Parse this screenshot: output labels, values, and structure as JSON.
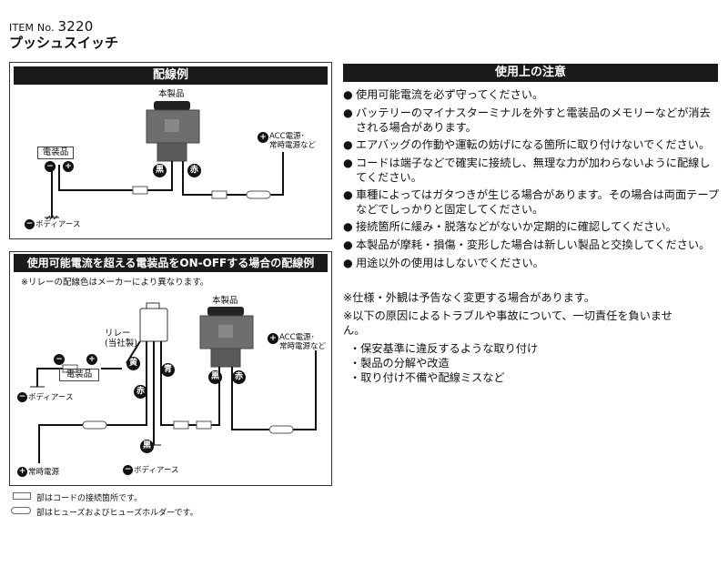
{
  "header": {
    "item_label": "ITEM No.",
    "item_number": "3220",
    "product_name": "プッシュスイッチ"
  },
  "panel1": {
    "title": "配線例",
    "switch_label": "本製品",
    "device_label": "電装品",
    "acc_label_1": "ACC電源･",
    "acc_label_2": "常時電源など",
    "body_earth": "ボディアース",
    "wire_black": "黒",
    "wire_red": "赤",
    "minus": "−",
    "plus": "+"
  },
  "panel2": {
    "title": "使用可能電流を超える電装品をON-OFFする場合の配線例",
    "relay_note": "※リレーの配線色はメーカーにより異なります。",
    "switch_label": "本製品",
    "relay_label_1": "リレー",
    "relay_label_2": "(当社製)",
    "device_label": "電装品",
    "acc_label_1": "ACC電源･",
    "acc_label_2": "常時電源など",
    "body_earth_left": "ボディアース",
    "body_earth_bottom": "ボディアース",
    "constant_power": "常時電源",
    "wire_yellow": "黄",
    "wire_blue": "青",
    "wire_red": "赤",
    "wire_black": "黒",
    "wire_black_switch": "黒",
    "wire_red_switch": "赤",
    "minus": "−",
    "plus": "+"
  },
  "legend": {
    "connection": "部はコードの接続箇所です。",
    "fuse": "部はヒューズおよびヒューズホルダーです。"
  },
  "notes": {
    "title": "使用上の注意",
    "items": [
      "使用可能電流を必ず守ってください。",
      "バッテリーのマイナスターミナルを外すと電装品のメモリーなどが消去される場合があります。",
      "エアバッグの作動や運転の妨げになる箇所に取り付けないでください。",
      "コードは端子などで確実に接続し、無理な力が加わらないように配線してください。",
      "車種によってはガタつきが生じる場合があります。その場合は両面テープなどでしっかりと固定してください。",
      "接続箇所に緩み・脱落などがないか定期的に確認してください。",
      "本製品が摩耗・損傷・変形した場合は新しい製品と交換してください。",
      "用途以外の使用はしないでください。"
    ],
    "bullet": "●",
    "spec_note": "※仕様・外観は予告なく変更する場合があります。",
    "liability_note": "※以下の原因によるトラブルや事故について、一切責任を負いません。",
    "causes": [
      "・保安基準に違反するような取り付け",
      "・製品の分解や改造",
      "・取り付け不備や配線ミスなど"
    ]
  }
}
